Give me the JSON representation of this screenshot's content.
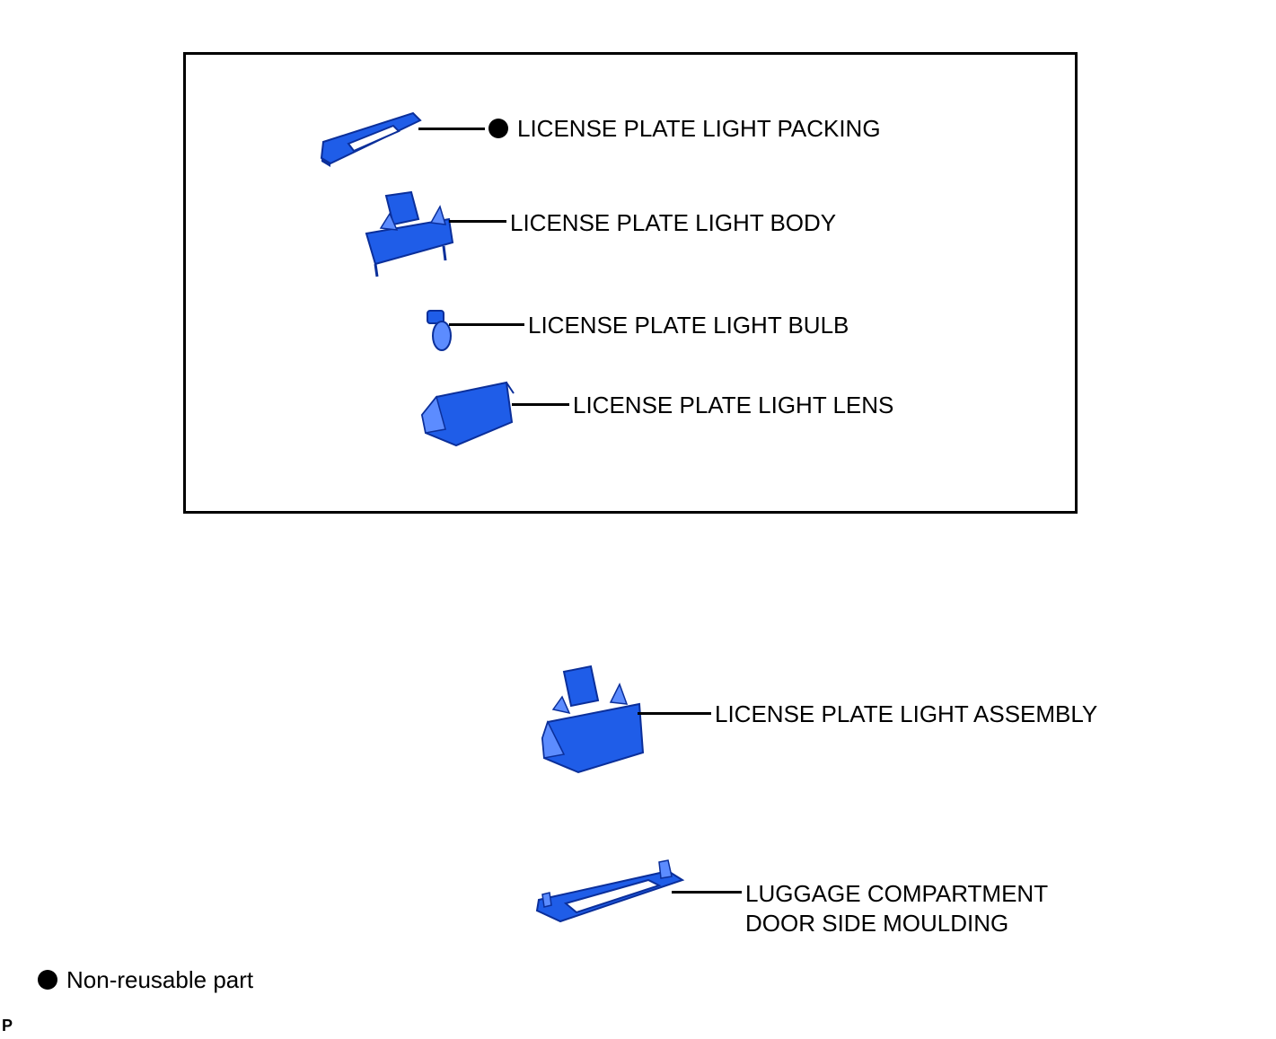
{
  "colors": {
    "part_fill": "#1f5de8",
    "part_dark": "#0b2f9a",
    "part_light": "#5c8cff"
  },
  "labels": {
    "packing": "LICENSE PLATE LIGHT PACKING",
    "body": "LICENSE PLATE LIGHT BODY",
    "bulb": "LICENSE PLATE LIGHT BULB",
    "lens": "LICENSE PLATE LIGHT LENS",
    "assembly": "LICENSE PLATE LIGHT ASSEMBLY",
    "moulding_line1": "LUGGAGE COMPARTMENT",
    "moulding_line2": "DOOR SIDE MOULDING"
  },
  "legend": {
    "text": "Non-reusable part"
  },
  "corner_mark": "P"
}
